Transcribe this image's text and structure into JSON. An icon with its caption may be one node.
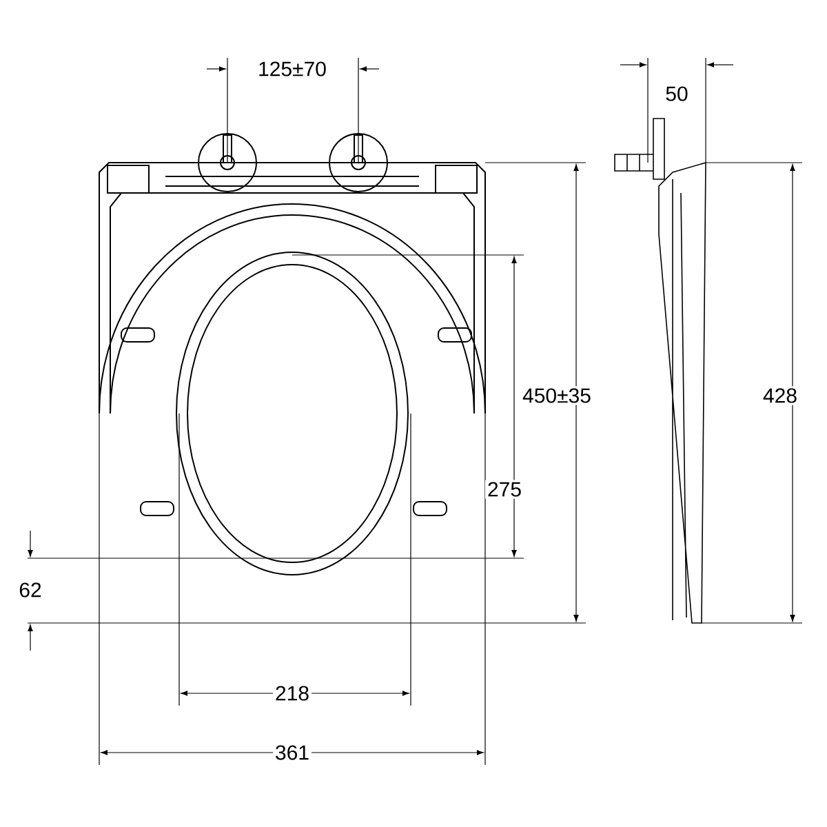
{
  "diagram": {
    "labels": [
      "125±70",
      "50",
      "450±35",
      "428",
      "275",
      "62",
      "218",
      "361"
    ]
  }
}
